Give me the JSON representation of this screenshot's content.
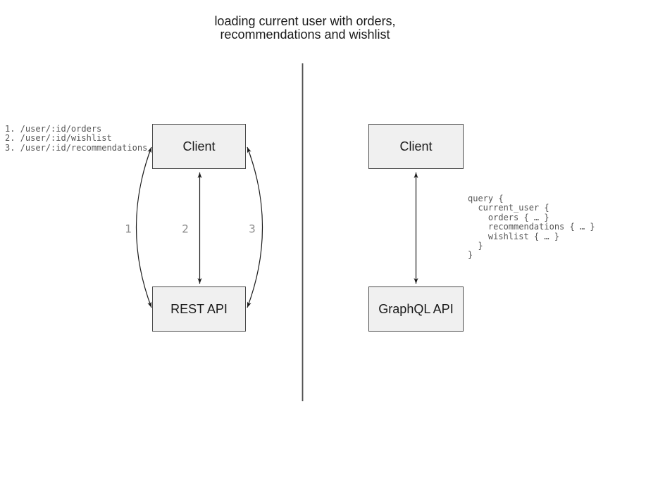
{
  "title": {
    "line1": "loading current user with orders,",
    "line2": "recommendations and wishlist"
  },
  "rest_panel": {
    "endpoints_list": "1. /user/:id/orders\n2. /user/:id/wishlist\n3. /user/:id/recommendations",
    "client_box_label": "Client",
    "api_box_label": "REST API",
    "arrow_labels": {
      "request1": "1",
      "request2": "2",
      "request3": "3"
    }
  },
  "graphql_panel": {
    "client_box_label": "Client",
    "api_box_label": "GraphQL API",
    "query_code": "query {\n  current_user {\n    orders { … }\n    recommendations { … }\n    wishlist { … }\n  }\n}"
  },
  "colors": {
    "background": "#ffffff",
    "box_fill": "#f0f0f0",
    "box_border": "#4a4a4a",
    "arrow_stroke": "#1a1a1a",
    "divider_stroke": "#4d4d4d",
    "code_text": "#555555",
    "arrow_label_text": "#8f8f8f",
    "title_text": "#1a1a1a"
  }
}
